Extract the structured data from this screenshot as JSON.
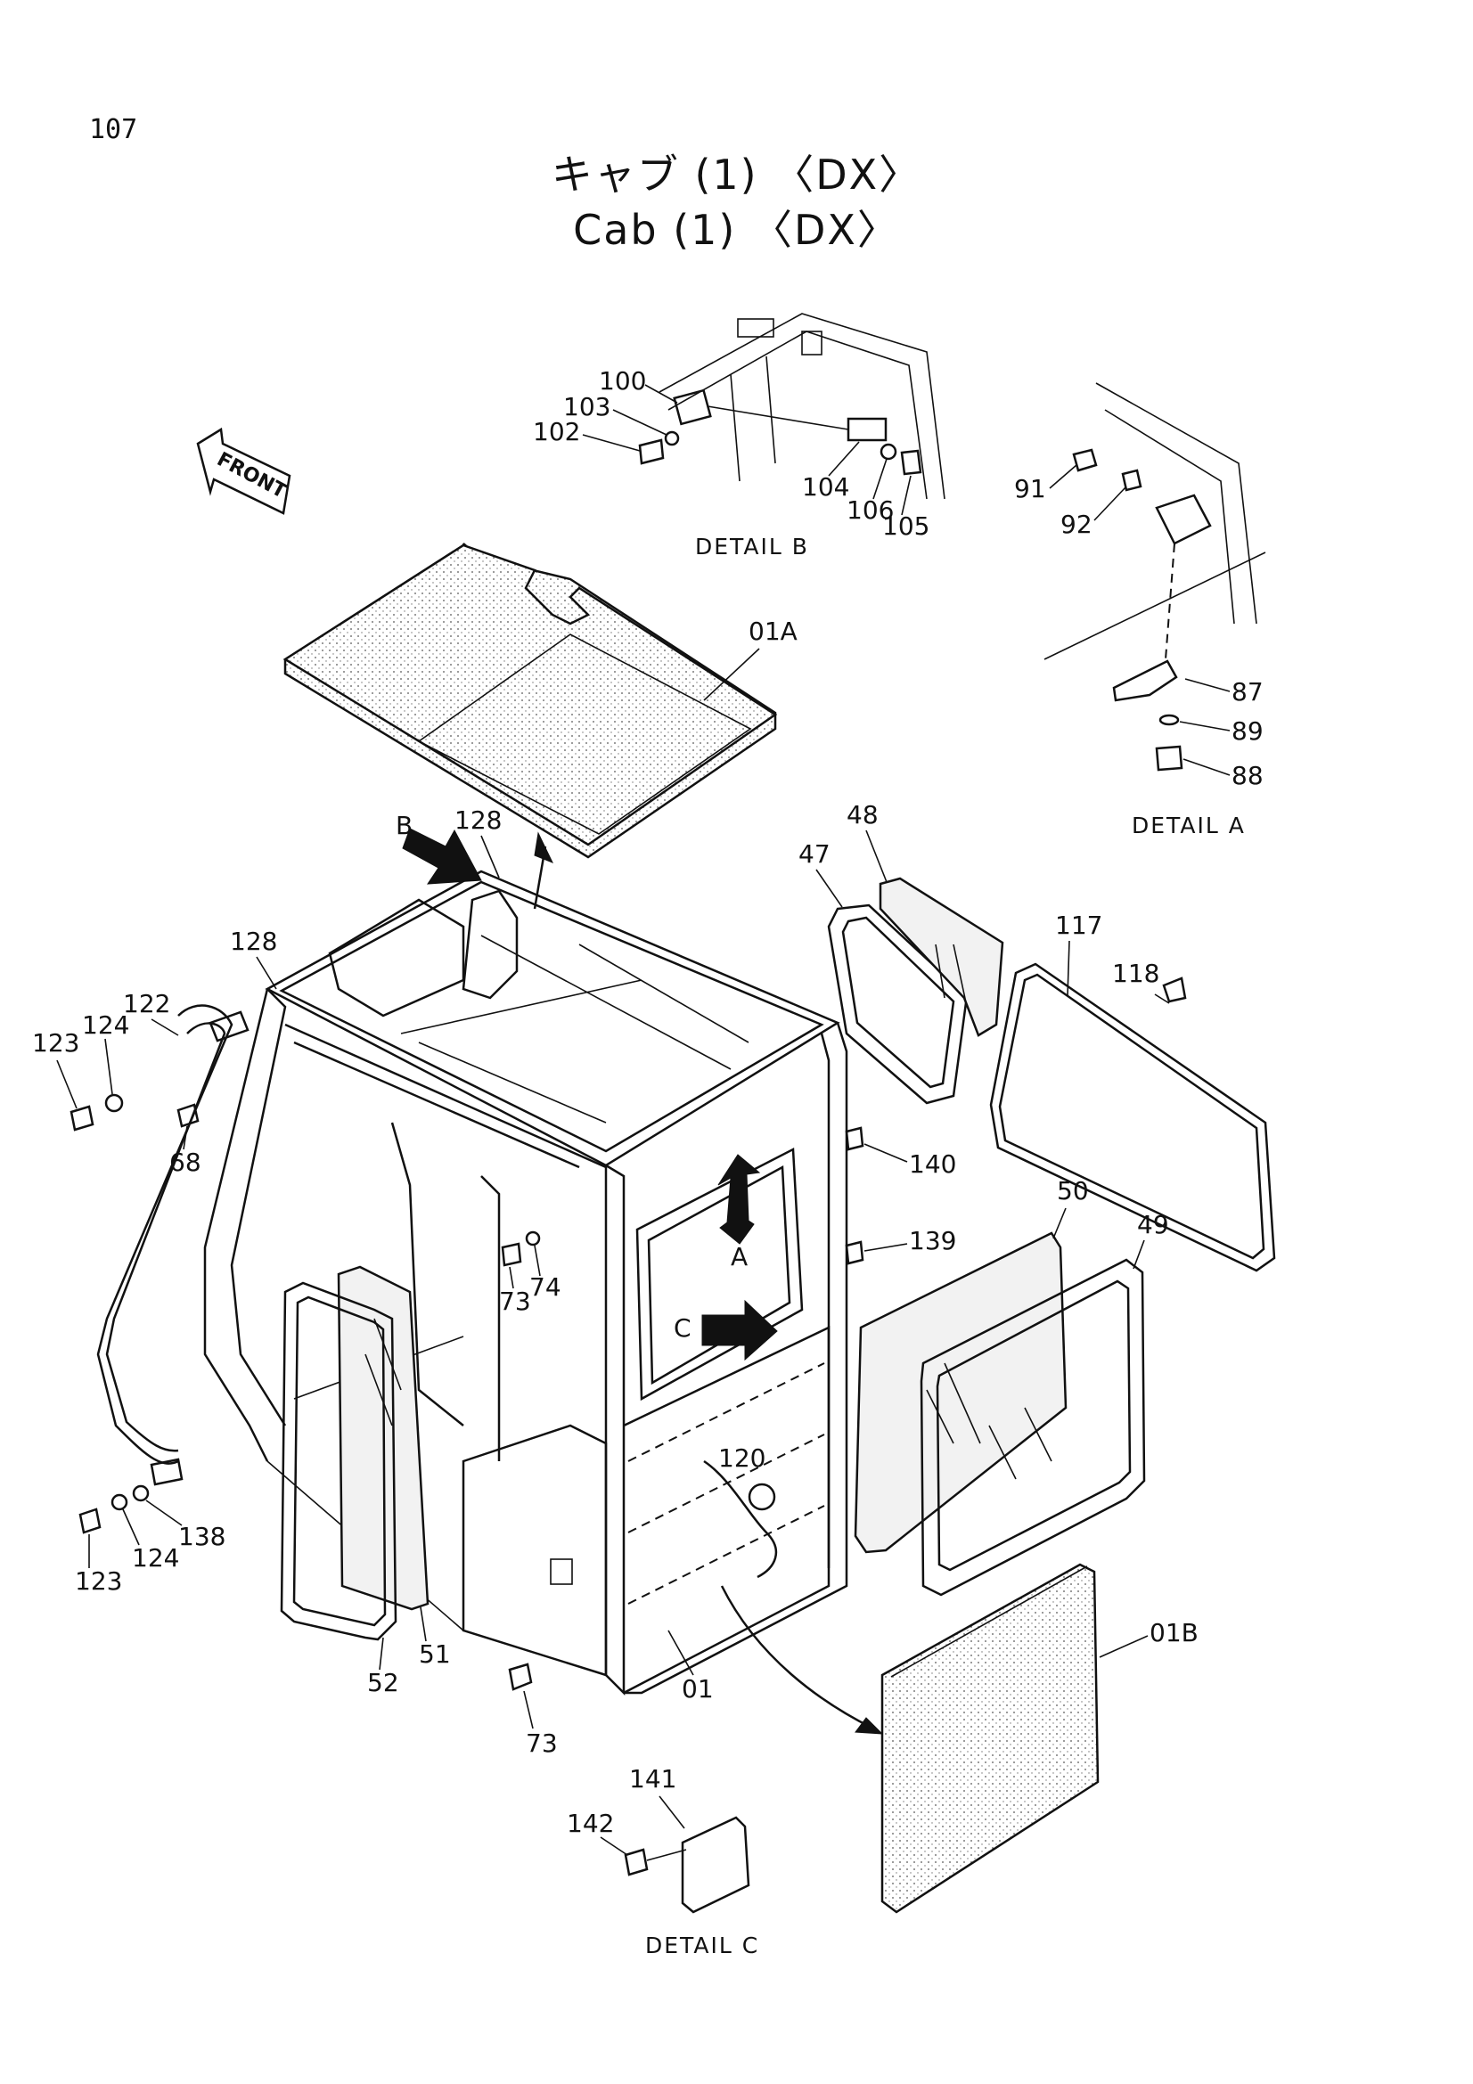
{
  "page_number": "107",
  "title_jp": "キャブ (1) 〈DX〉",
  "title_en": "Cab (1) 〈DX〉",
  "front_label": "FRONT",
  "details": {
    "a": "DETAIL A",
    "b": "DETAIL B",
    "c": "DETAIL C"
  },
  "view_arrows": {
    "a": "A",
    "b": "B",
    "c": "C"
  },
  "part_labels": {
    "p100": "100",
    "p103": "103",
    "p102": "102",
    "p104": "104",
    "p106": "106",
    "p105": "105",
    "p91": "91",
    "p92": "92",
    "p87": "87",
    "p89": "89",
    "p88": "88",
    "p01a": "01A",
    "p128a": "128",
    "p128b": "128",
    "p48": "48",
    "p47": "47",
    "p117": "117",
    "p118": "118",
    "p122": "122",
    "p124a": "124",
    "p123a": "123",
    "p68": "68",
    "p140": "140",
    "p139": "139",
    "p73a": "73",
    "p74": "74",
    "p50": "50",
    "p49": "49",
    "p120": "120",
    "p123b": "123",
    "p124b": "124",
    "p138": "138",
    "p52": "52",
    "p51": "51",
    "p01": "01",
    "p73b": "73",
    "p01b": "01B",
    "p141": "141",
    "p142": "142"
  }
}
